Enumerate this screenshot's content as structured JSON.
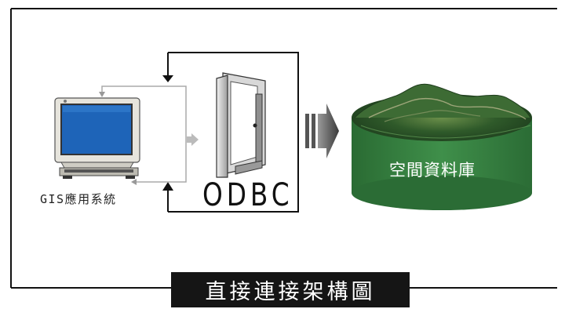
{
  "diagram": {
    "gis_label": "GIS應用系統",
    "odbc_label": "ODBC",
    "db_label": "空間資料庫",
    "title": "直接連接架構圖"
  },
  "icons": [
    "computer-monitor-icon",
    "door-icon",
    "big-arrow-icon",
    "terrain-database-cylinder-icon"
  ],
  "colors": {
    "screen": "#1e64b8",
    "db_green": "#2e7a3c",
    "title_bg": "#151515"
  }
}
